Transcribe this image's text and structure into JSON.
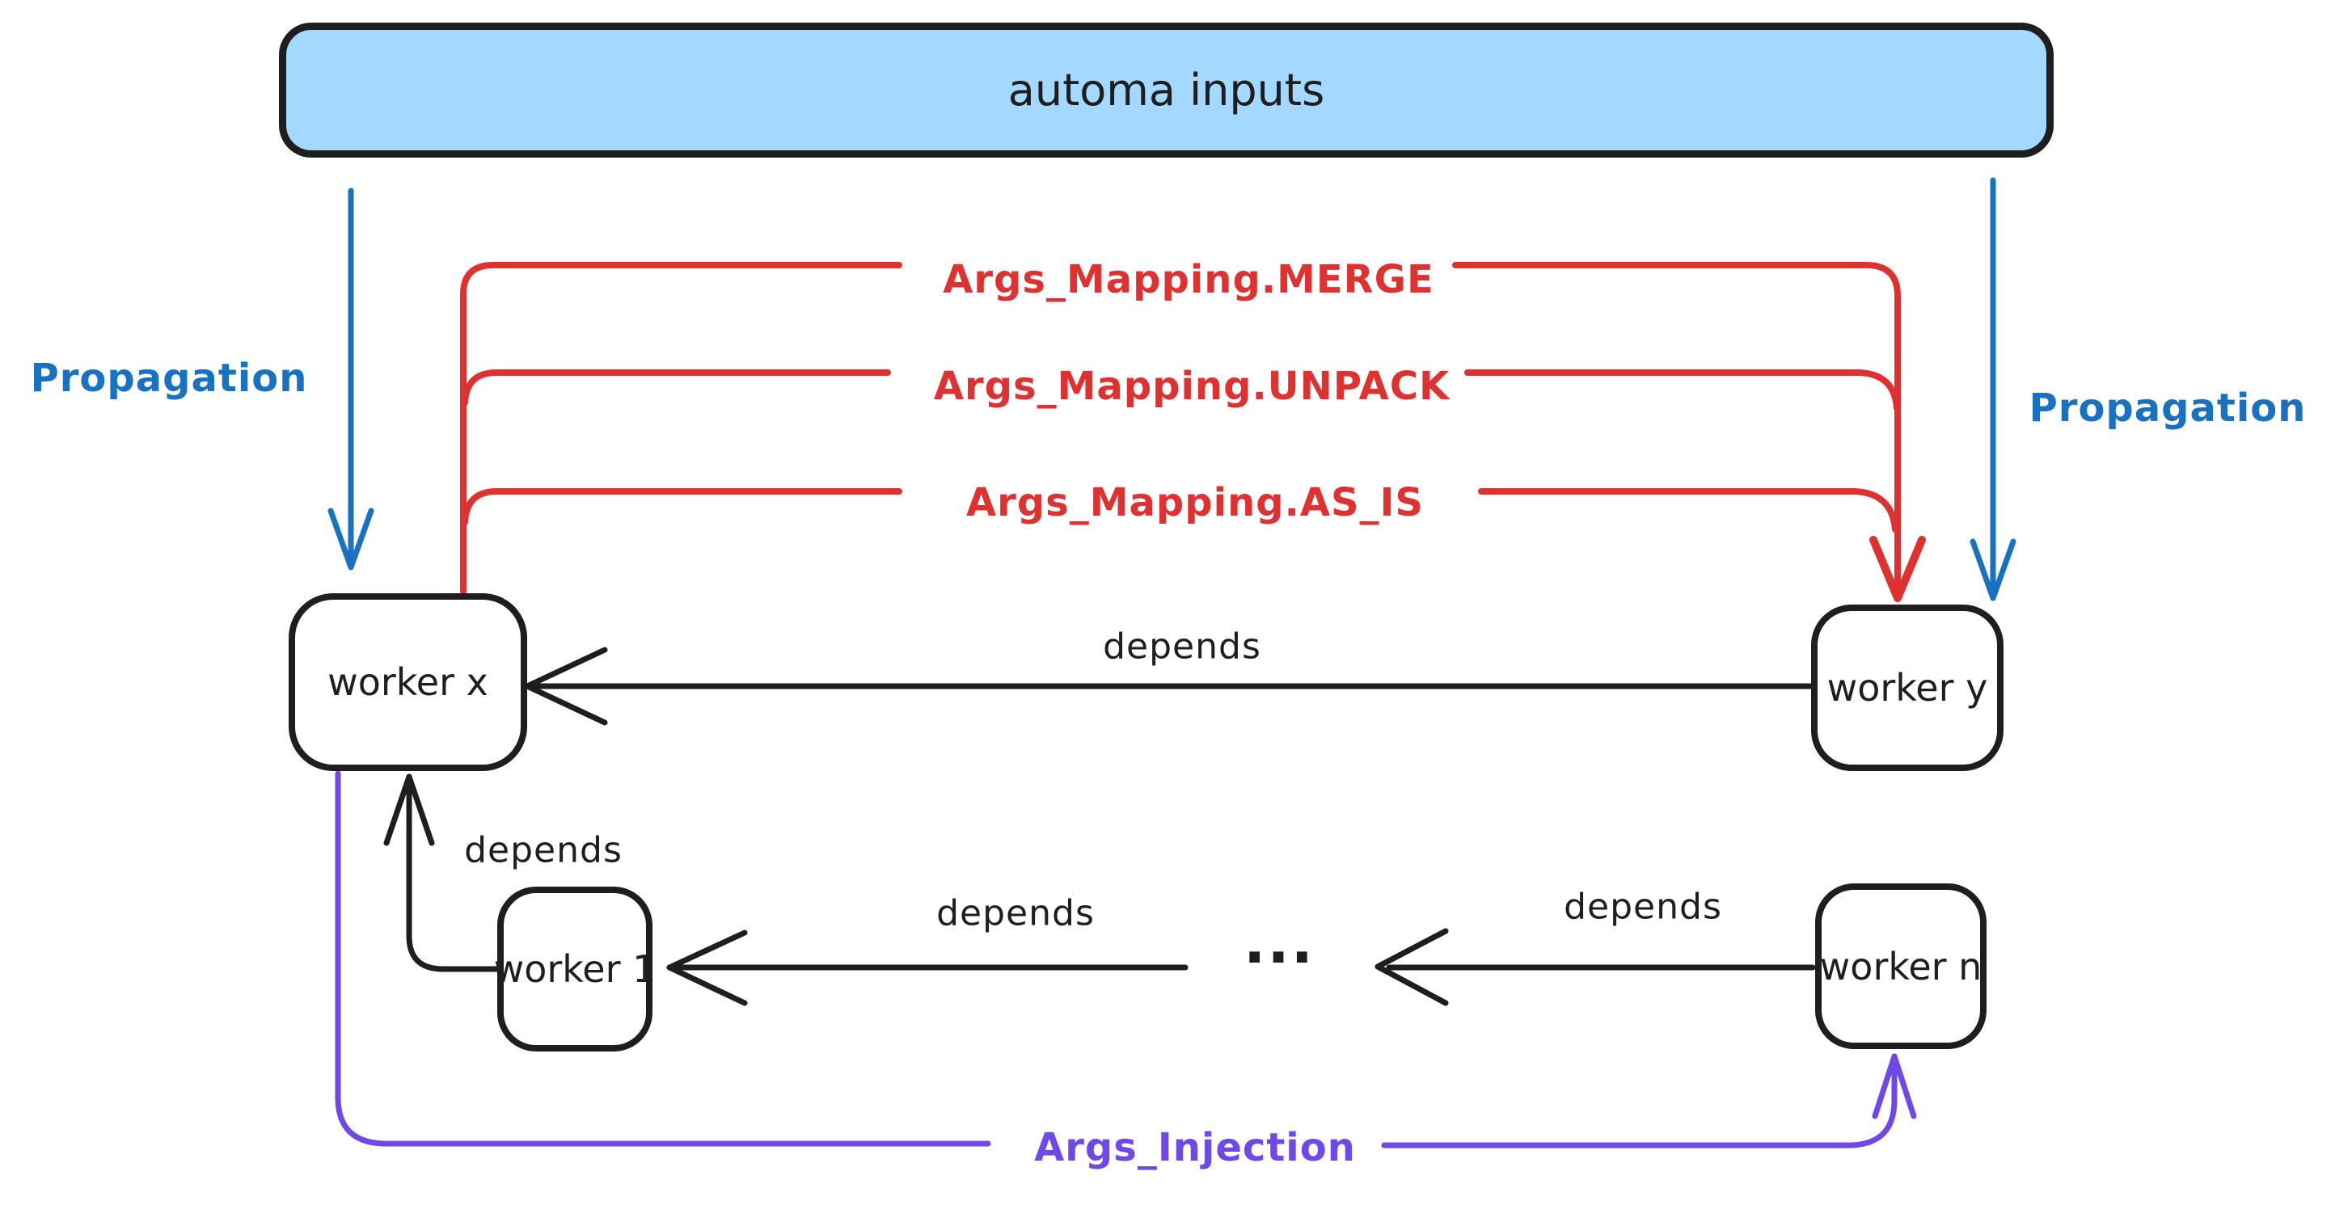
{
  "colors": {
    "stroke": "#1e1e1e",
    "blue": "#1971c2",
    "blue_fill": "#a5d8ff",
    "red": "#e03131",
    "violet": "#7048e8",
    "background": "#ffffff"
  },
  "nodes": {
    "automa_inputs": {
      "label": "automa inputs"
    },
    "worker_x": {
      "label": "worker x"
    },
    "worker_y": {
      "label": "worker y"
    },
    "worker_1": {
      "label": "worker 1"
    },
    "worker_n": {
      "label": "worker n"
    }
  },
  "edge_labels": {
    "propagation_left": "Propagation",
    "propagation_right": "Propagation",
    "args_mapping_merge": "Args_Mapping.MERGE",
    "args_mapping_unpack": "Args_Mapping.UNPACK",
    "args_mapping_as_is": "Args_Mapping.AS_IS",
    "depends_y_to_x": "depends",
    "depends_1_to_x": "depends",
    "depends_chain_left": "depends",
    "depends_chain_right": "depends",
    "ellipsis": "...",
    "args_injection": "Args_Injection"
  }
}
